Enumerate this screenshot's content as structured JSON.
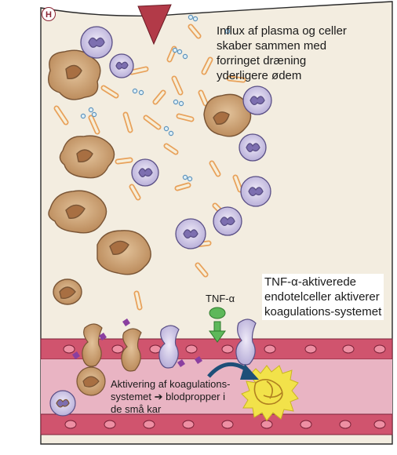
{
  "badge": "H",
  "caption_top": {
    "lines": [
      "Influx af plasma og celler",
      "skaber sammen med",
      "forringet dræning",
      "yderligere ødem"
    ]
  },
  "caption_right": {
    "lines": [
      "TNF-α-aktiverede",
      "endotelceller aktiverer",
      "koagulations-systemet"
    ]
  },
  "tnf_label": "TNF-α",
  "vessel_label": {
    "lines": [
      "Aktivering af koagulations-",
      "systemet ➔ blodpropper i",
      "de små kar"
    ]
  },
  "colors": {
    "tissue": "#f3ede0",
    "border": "#2a2a2a",
    "vessel_wall": "#d0546e",
    "vessel_lumen": "#e9b4c3",
    "cell_nucleus": "#e15a72",
    "macrophage": "#c99a6a",
    "neutrophil": "#d9d3ec",
    "bacteria_fill": "#f2e7cf",
    "bacteria_stroke": "#e8a15a",
    "clot": "#f2e24a",
    "tnf": "#5eb85a",
    "badge": "#8b2533",
    "wedge": "#b23a48"
  }
}
